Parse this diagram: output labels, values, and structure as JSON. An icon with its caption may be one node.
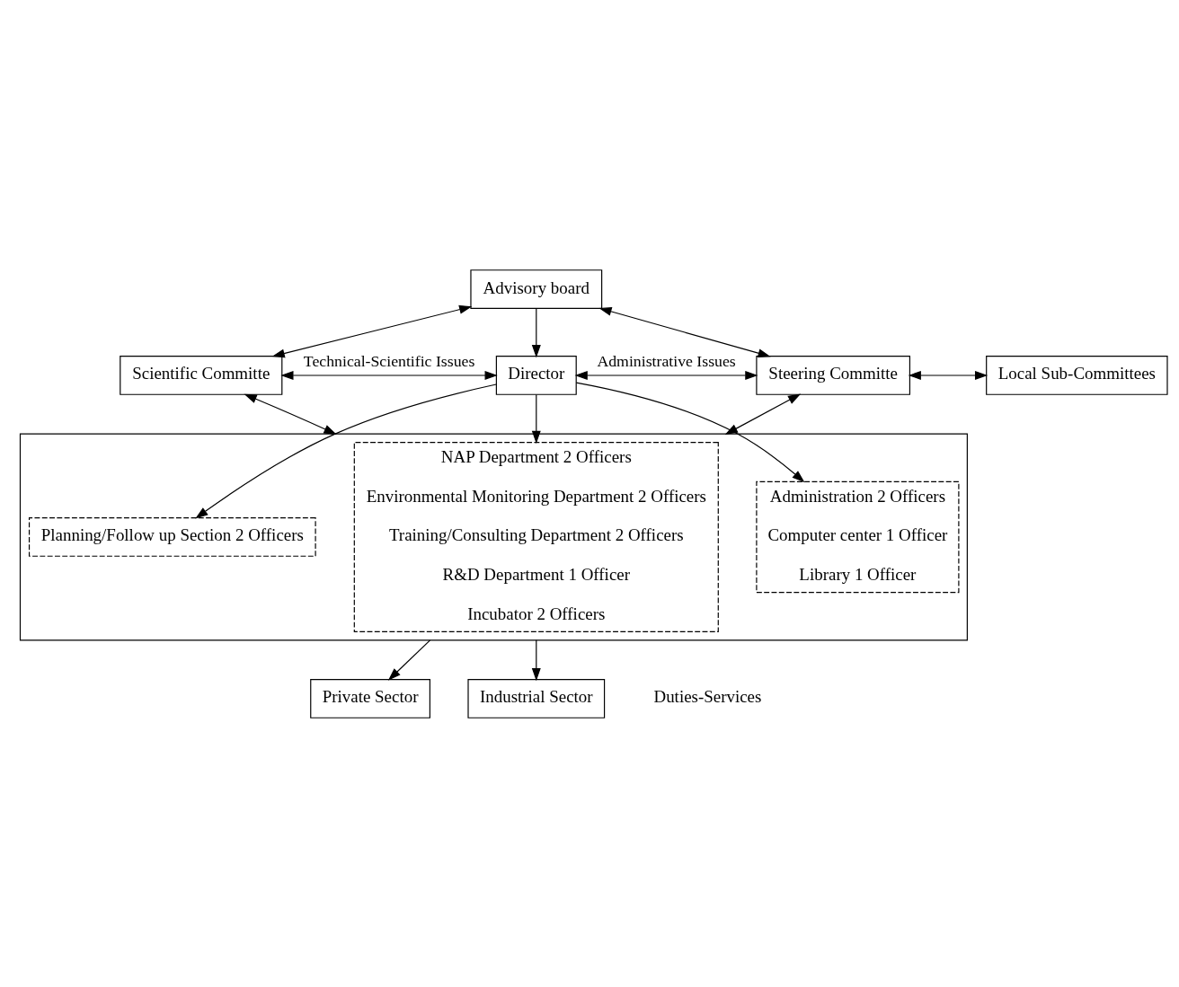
{
  "diagram": {
    "nodes": [
      {
        "text": [
          "Advisory board"
        ]
      },
      {
        "text": [
          "Scientific Committe"
        ]
      },
      {
        "text": [
          "Director"
        ]
      },
      {
        "text": [
          "Steering Committe"
        ]
      },
      {
        "text": [
          "Local Sub-Committees"
        ]
      },
      {
        "text": [],
        "shape": "box"
      },
      {
        "text": [
          "Administration 2 Officers",
          "Computer center 1 Officer",
          "Library 1 Officer"
        ],
        "in": 5
      },
      {
        "text": [
          "Planning/Follow up Section 2 Officers"
        ],
        "in": 5
      },
      {
        "text": [
          "NAP Department 2 Officers",
          "Environmental Monitoring Department 2 Officers",
          "Training/Consulting Department 2 Officers",
          "R&D Department 1 Officer",
          "Incubator 2 Officers"
        ],
        "in": 5
      },
      {
        "text": [
          "Private Sector"
        ]
      },
      {
        "text": [
          "Industrial Sector"
        ]
      }
    ],
    "edges": [
      {
        "from": 0,
        "to": 1,
        "arrow": "both"
      },
      {
        "from": 0,
        "to": 2,
        "arrow": "to"
      },
      {
        "from": 0,
        "to": 3,
        "arrow": "both"
      },
      {
        "from": 1,
        "to": 2,
        "arrow": "both",
        "label": "Technical-Scientific Issues"
      },
      {
        "from": 2,
        "to": 3,
        "arrow": "both",
        "label": "Administrative Issues"
      },
      {
        "from": 3,
        "to": 4,
        "arrow": "both"
      },
      {
        "from": 1,
        "to": 5,
        "arrow": "both"
      },
      {
        "from": 3,
        "to": 5,
        "arrow": "both"
      },
      {
        "from": 2,
        "to": 6,
        "arrow": "to"
      },
      {
        "from": 2,
        "to": 7,
        "arrow": "to"
      },
      {
        "from": 2,
        "to": 8,
        "arrow": "to"
      },
      {
        "from": 5,
        "to": 9,
        "arrow": "to"
      },
      {
        "from": 5,
        "to": 10,
        "arrow": "to"
      }
    ],
    "labels": [
      "Duties-Services"
    ]
  }
}
